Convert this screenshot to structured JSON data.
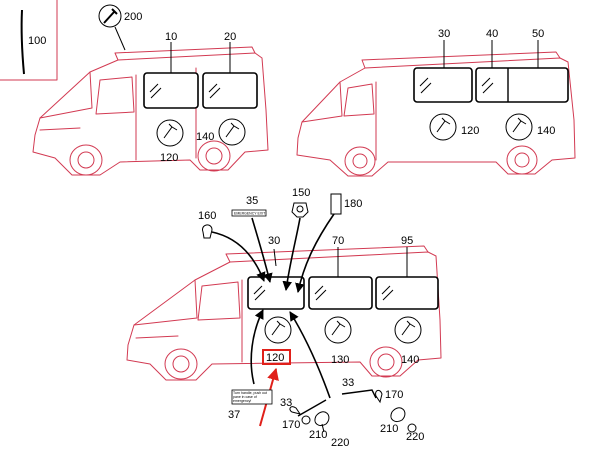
{
  "diagram": {
    "labels": {
      "l100": "100",
      "l200": "200",
      "v1_10": "10",
      "v1_20": "20",
      "v1_120": "120",
      "v1_140": "140",
      "v2_30": "30",
      "v2_40": "40",
      "v2_50": "50",
      "v2_120": "120",
      "v2_140": "140",
      "p35": "35",
      "p150": "150",
      "p180": "180",
      "p160": "160",
      "v3_30": "30",
      "v3_70": "70",
      "v3_95": "95",
      "v3_120": "120",
      "v3_130": "130",
      "v3_140": "140",
      "p37": "37",
      "p33a": "33",
      "p33b": "33",
      "p170a": "170",
      "p170b": "170",
      "p210a": "210",
      "p210b": "210",
      "p220a": "220",
      "p220b": "220"
    },
    "emergency_exit_sign": "EMERGENCY EXIT",
    "hammer_placard": "Turn handle, push out pane in case of emergency!",
    "colors": {
      "vehicle_outline": "#d23a52",
      "highlight_box": "#e0201a",
      "pointer_arrow": "#e0201a",
      "ink": "#000000"
    }
  }
}
